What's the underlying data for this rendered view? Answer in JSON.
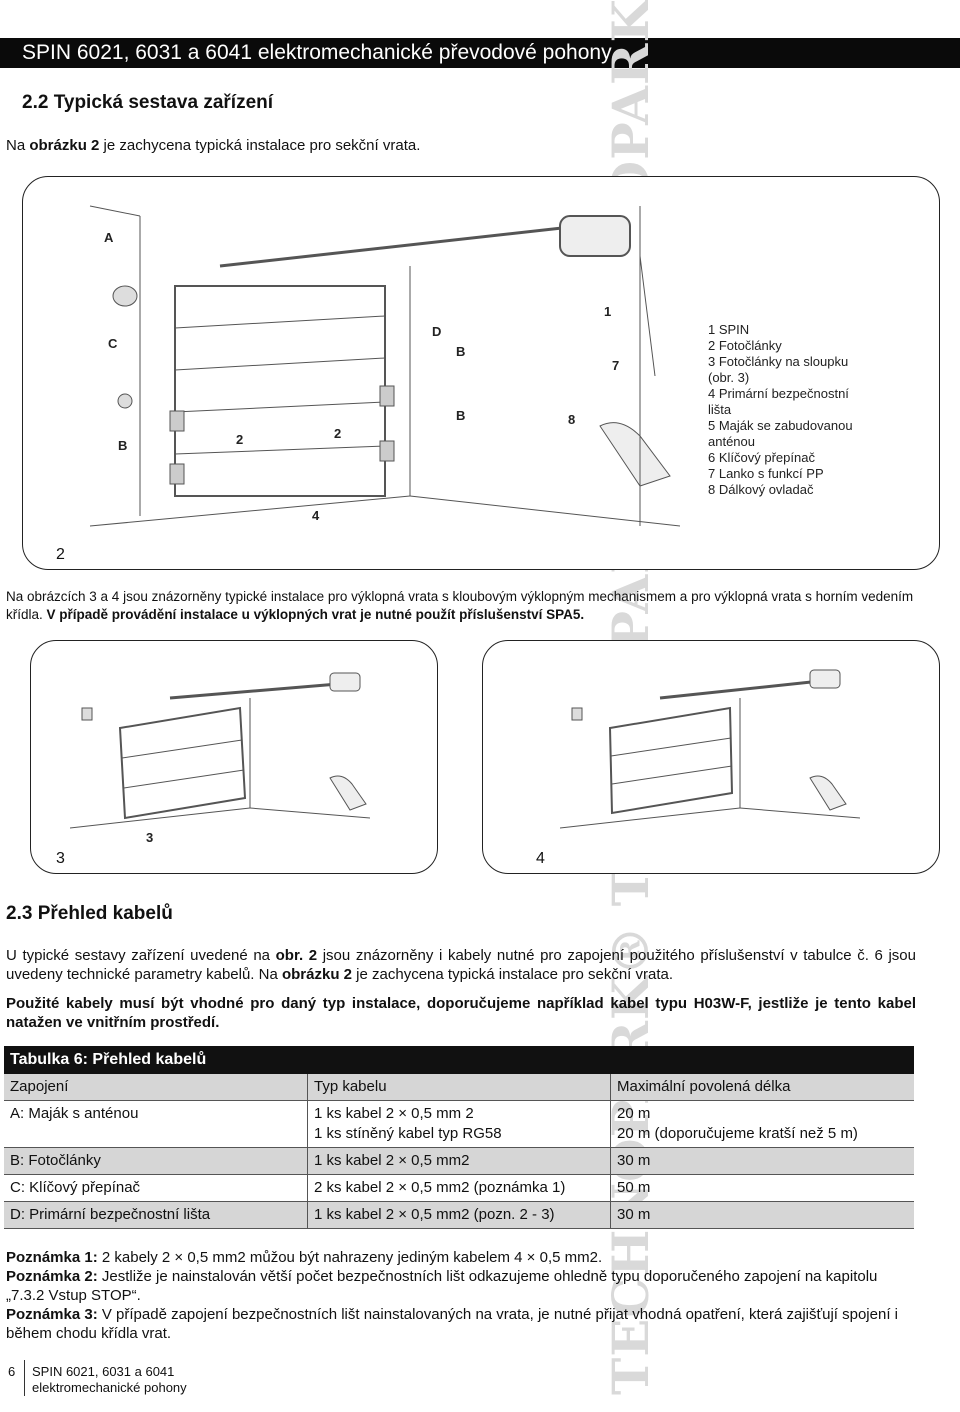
{
  "header": {
    "title": "SPIN 6021, 6031 a 6041 elektromechanické převodové pohony"
  },
  "section22": {
    "title": "2.2 Typická sestava zařízení",
    "intro_pre": "Na ",
    "intro_bold": "obrázku 2",
    "intro_post": " je zachycena typická instalace pro sekční vrata."
  },
  "figure2": {
    "number": "2",
    "legend": [
      "1 SPIN",
      "2 Fotočlánky",
      "3 Fotočlánky na sloupku",
      "(obr. 3)",
      "4 Primární bezpečnostní",
      "lišta",
      "5 Maják se zabudovanou",
      "anténou",
      "6 Klíčový přepínač",
      "7 Lanko s funkcí PP",
      "8 Dálkový ovladač"
    ],
    "labels": {
      "A": "A",
      "B": "B",
      "C": "C",
      "D": "D",
      "n1": "1",
      "n2": "2",
      "n4": "4",
      "n7": "7",
      "n8": "8"
    }
  },
  "para34": {
    "text": "Na obrázcích 3 a 4 jsou znázorněny typické instalace pro výklopná vrata s kloubovým výklopným mechanismem a pro výklopná vrata s horním vedením křídla.",
    "bold": "V případě provádění instalace u výklopných vrat je nutné použít příslušenství SPA5."
  },
  "figure3": {
    "number": "3",
    "label3": "3"
  },
  "figure4": {
    "number": "4"
  },
  "watermark": {
    "text": "TECHNOPARK® TECHNOPARK® TECHNOPARK®"
  },
  "section23": {
    "title": "2.3 Přehled kabelů",
    "p1_a": "U typické sestavy zařízení uvedené na ",
    "p1_b": "obr. 2",
    "p1_c": " jsou znázorněny i kabely nutné pro zapojení použitého příslušenství v tabulce č. 6 jsou uvedeny technické parametry kabelů. Na ",
    "p1_d": "obrázku 2",
    "p1_e": " je zachycena typická instalace pro sekční vrata.",
    "p2": "Použité kabely musí být vhodné pro daný typ instalace, doporučujeme například kabel typu H03W-F, jestliže je tento kabel natažen ve vnitřním prostředí."
  },
  "table": {
    "title": "Tabulka 6: Přehled kabelů",
    "headers": [
      "Zapojení",
      "Typ kabelu",
      "Maximální povolená délka"
    ],
    "rows": [
      {
        "c1": "A: Maják s anténou",
        "c2a": "1 ks kabel 2 × 0,5 mm 2",
        "c2b": "1 ks stíněný kabel typ RG58",
        "c3a": "20 m",
        "c3b": "20 m (doporučujeme kratší než 5 m)"
      },
      {
        "c1": "B: Fotočlánky",
        "c2": "1 ks kabel 2 × 0,5 mm2",
        "c3": "30 m"
      },
      {
        "c1": "C: Klíčový přepínač",
        "c2": "2 ks kabel 2 × 0,5 mm2 (poznámka 1)",
        "c3": "50 m"
      },
      {
        "c1": "D: Primární bezpečnostní lišta",
        "c2": "1 ks kabel 2 × 0,5 mm2 (pozn. 2 - 3)",
        "c3": "30 m"
      }
    ]
  },
  "notes": {
    "n1_label": "Poznámka 1:",
    "n1_text": " 2 kabely 2 × 0,5 mm2 můžou být nahrazeny jediným kabelem 4 × 0,5 mm2.",
    "n2_label": "Poznámka 2:",
    "n2_text": " Jestliže je nainstalován větší počet bezpečnostních lišt odkazujeme ohledně typu doporučeného zapojení na kapitolu „7.3.2 Vstup STOP“.",
    "n3_label": "Poznámka 3:",
    "n3_text": " V případě zapojení bezpečnostních lišt nainstalovaných na vrata, je nutné přijat vhodná opatření, která zajišťují spojení i během chodu křídla vrat."
  },
  "footer": {
    "page": "6",
    "line1": "SPIN 6021, 6031 a 6041",
    "line2": "elektromechanické pohony"
  }
}
